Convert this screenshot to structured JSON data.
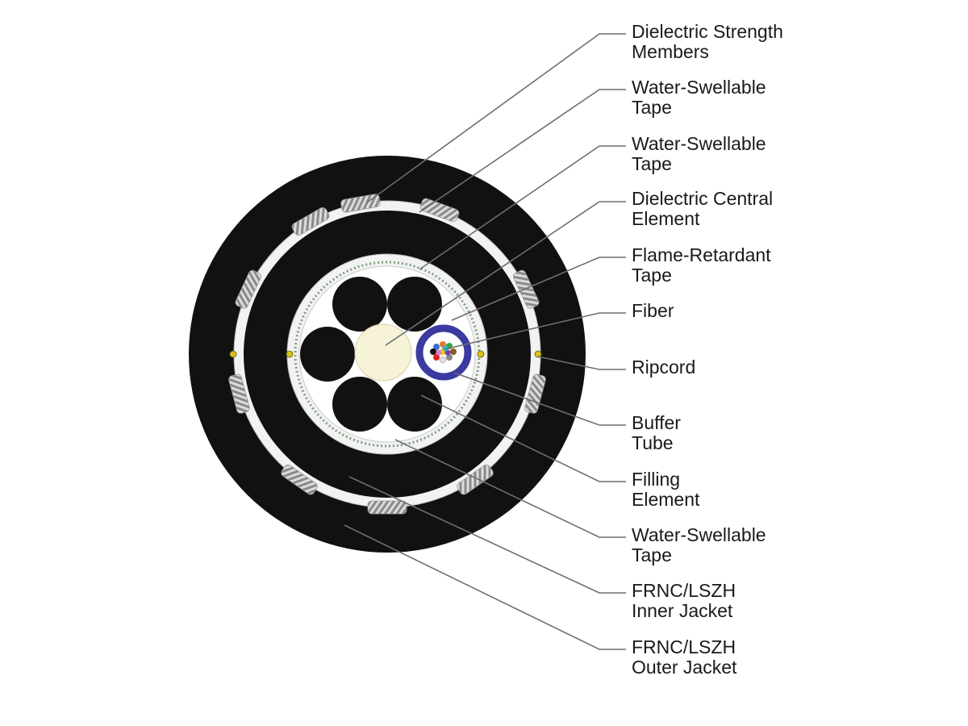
{
  "colors": {
    "jacket": "#111111",
    "tape": "#f2f2f2",
    "tape_edge": "#bcbcbc",
    "central_element": "#f6f3d6",
    "buffer_tube": "#3a3aa0",
    "ripcord": "#d7c21a",
    "leader": "#6e6e6e"
  },
  "callouts": [
    {
      "id": "dielectric-strength-members",
      "lines": [
        "Dielectric Strength",
        "Members"
      ]
    },
    {
      "id": "water-swellable-tape-1",
      "lines": [
        "Water-Swellable",
        "Tape"
      ]
    },
    {
      "id": "water-swellable-tape-2",
      "lines": [
        "Water-Swellable",
        "Tape"
      ]
    },
    {
      "id": "dielectric-central-element",
      "lines": [
        "Dielectric Central",
        "Element"
      ]
    },
    {
      "id": "flame-retardant-tape",
      "lines": [
        "Flame-Retardant",
        "Tape"
      ]
    },
    {
      "id": "fiber",
      "lines": [
        "Fiber"
      ]
    },
    {
      "id": "ripcord",
      "lines": [
        "Ripcord"
      ]
    },
    {
      "id": "buffer-tube",
      "lines": [
        "Buffer",
        "Tube"
      ]
    },
    {
      "id": "filling-element",
      "lines": [
        "Filling",
        "Element"
      ]
    },
    {
      "id": "water-swellable-tape-3",
      "lines": [
        "Water-Swellable",
        "Tape"
      ]
    },
    {
      "id": "frnc-lszh-inner-jacket",
      "lines": [
        "FRNC/LSZH",
        "Inner Jacket"
      ]
    },
    {
      "id": "frnc-lszh-outer-jacket",
      "lines": [
        "FRNC/LSZH",
        "Outer Jacket"
      ]
    }
  ]
}
